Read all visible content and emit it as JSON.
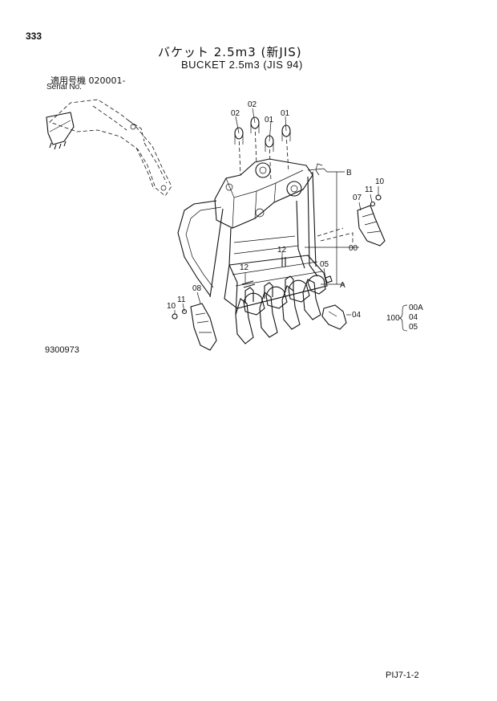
{
  "header": {
    "page_number": "333",
    "title_jp": "バケット 2.5m3 (新JIS)",
    "title_en": "BUCKET 2.5m3 (JIS 94)",
    "serial_jp_label": "適用号機 020001-",
    "serial_en_label": "Serial No."
  },
  "diagram": {
    "drawing_number": "9300973",
    "callouts": {
      "c00": "00",
      "c01a": "01",
      "c01b": "01",
      "c02a": "02",
      "c02b": "02",
      "c04": "04",
      "c05": "05",
      "c07": "07",
      "c08": "08",
      "c10a": "10",
      "c10b": "10",
      "c11a": "11",
      "c11b": "11",
      "c12a": "12",
      "c12b": "12",
      "ref_a": "A",
      "ref_b": "B"
    },
    "kit": {
      "qty": "100",
      "items": [
        "00A",
        "04",
        "05"
      ]
    }
  },
  "footer": {
    "page_code": "PIJ7-1-2"
  }
}
